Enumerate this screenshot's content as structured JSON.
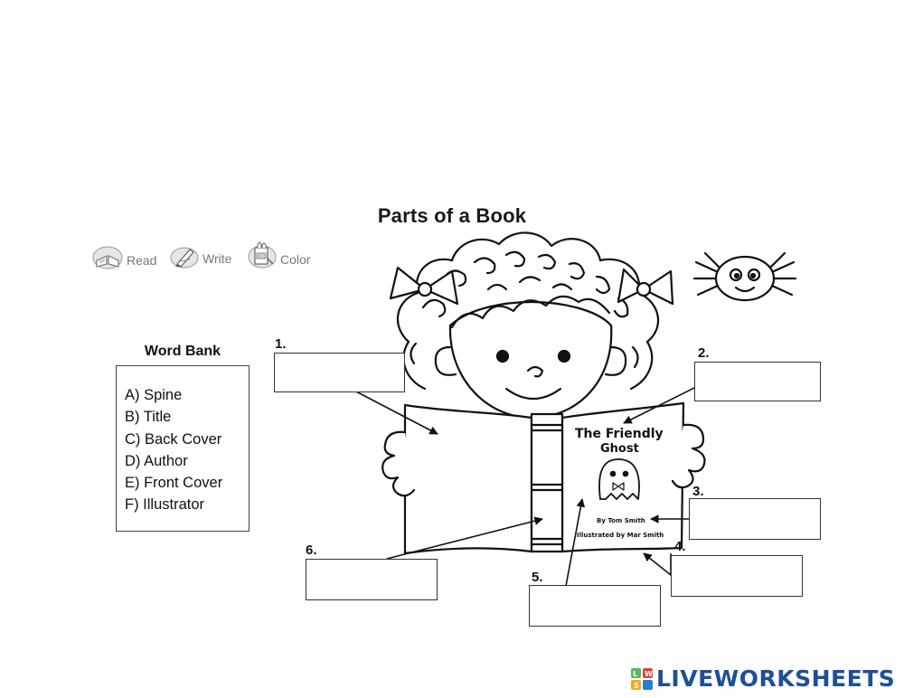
{
  "title": "Parts of a Book",
  "instructions": [
    {
      "label": "Read",
      "icon": "open-book-icon"
    },
    {
      "label": "Write",
      "icon": "pencil-writing-icon"
    },
    {
      "label": "Color",
      "icon": "crayon-box-icon"
    }
  ],
  "word_bank": {
    "heading": "Word Bank",
    "items": [
      "A) Spine",
      "B) Title",
      "C) Back Cover",
      "D) Author",
      "E) Front Cover",
      "F) Illustrator"
    ]
  },
  "labels": [
    "1.",
    "2.",
    "3.",
    "4.",
    "5.",
    "6."
  ],
  "answers": [
    "",
    "",
    "",
    "",
    "",
    ""
  ],
  "book": {
    "title_line1": "The Friendly",
    "title_line2": "Ghost",
    "author": "By Tom Smith",
    "illustrator": "Illustrated by Mar Smith"
  },
  "logo": {
    "text": "LIVEWORKSHEETS",
    "badge": "LWS"
  },
  "colors": {
    "brand": "#1e4f97",
    "badge_green": "#5cb85c",
    "badge_red": "#e0443e",
    "badge_yellow": "#f0ad1e",
    "badge_blue": "#2a7bd5"
  }
}
